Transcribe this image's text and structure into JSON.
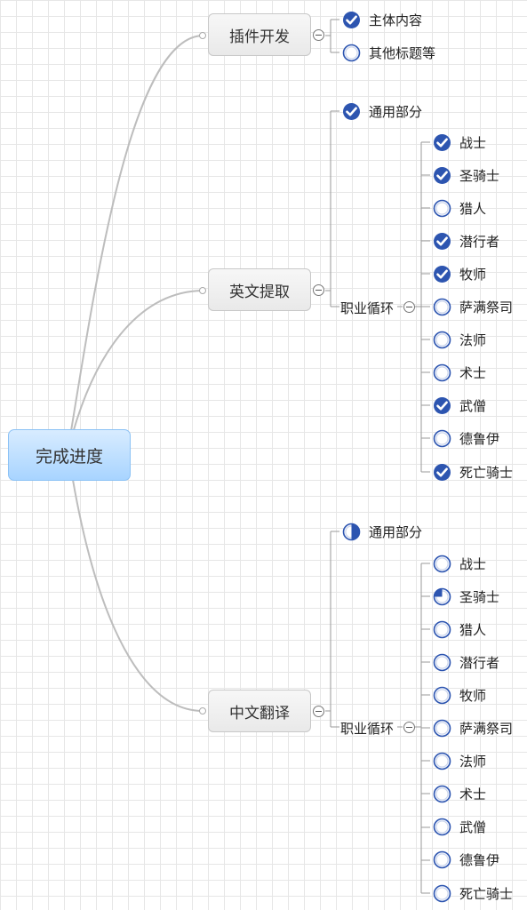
{
  "root": {
    "label": "完成进度"
  },
  "branches": [
    {
      "label": "插件开发",
      "items": [
        {
          "label": "主体内容",
          "status": "done"
        },
        {
          "label": "其他标题等",
          "status": "todo"
        }
      ]
    },
    {
      "label": "英文提取",
      "items": [
        {
          "label": "通用部分",
          "status": "done"
        }
      ],
      "group": {
        "label": "职业循环",
        "items": [
          {
            "label": "战士",
            "status": "done"
          },
          {
            "label": "圣骑士",
            "status": "done"
          },
          {
            "label": "猎人",
            "status": "todo"
          },
          {
            "label": "潜行者",
            "status": "done"
          },
          {
            "label": "牧师",
            "status": "done"
          },
          {
            "label": "萨满祭司",
            "status": "todo"
          },
          {
            "label": "法师",
            "status": "todo"
          },
          {
            "label": "术士",
            "status": "todo"
          },
          {
            "label": "武僧",
            "status": "done"
          },
          {
            "label": "德鲁伊",
            "status": "todo"
          },
          {
            "label": "死亡骑士",
            "status": "done"
          }
        ]
      }
    },
    {
      "label": "中文翻译",
      "items": [
        {
          "label": "通用部分",
          "status": "half"
        }
      ],
      "group": {
        "label": "职业循环",
        "items": [
          {
            "label": "战士",
            "status": "todo"
          },
          {
            "label": "圣骑士",
            "status": "quarter"
          },
          {
            "label": "猎人",
            "status": "todo"
          },
          {
            "label": "潜行者",
            "status": "todo"
          },
          {
            "label": "牧师",
            "status": "todo"
          },
          {
            "label": "萨满祭司",
            "status": "todo"
          },
          {
            "label": "法师",
            "status": "todo"
          },
          {
            "label": "术士",
            "status": "todo"
          },
          {
            "label": "武僧",
            "status": "todo"
          },
          {
            "label": "德鲁伊",
            "status": "todo"
          },
          {
            "label": "死亡骑士",
            "status": "todo"
          }
        ]
      }
    }
  ],
  "colors": {
    "accent": "#2d55b0",
    "link": "#b8b8b8",
    "root_fill": "#bfe0ff"
  }
}
